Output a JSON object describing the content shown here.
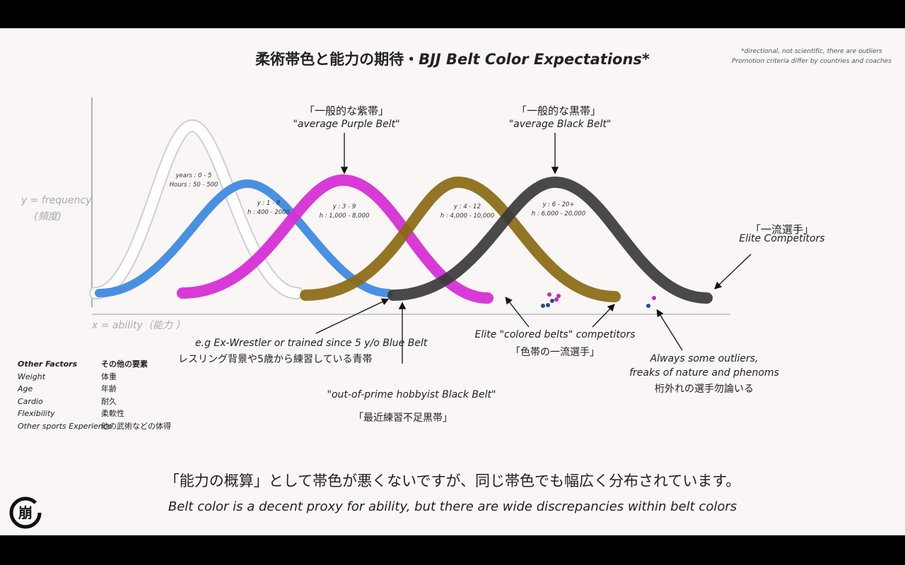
{
  "title": {
    "jp": "柔術帯色と能力の期待・",
    "en": "BJJ  Belt Color Expectations*"
  },
  "notes": [
    "*directional, not scientific, there are outliers",
    "Promotion criteria differ by countries and coaches"
  ],
  "axes": {
    "y_label": "y = frequency",
    "y_label_jp": "(頻度)",
    "x_label": "x = ability（能力 ）"
  },
  "peaks": {
    "purple": {
      "jp": "「一般的な紫帯」",
      "en": "\"average Purple Belt\""
    },
    "black": {
      "jp": "「一般的な黒帯」",
      "en": "\"average Black Belt\""
    }
  },
  "curves": [
    {
      "belt": "white",
      "years": "years : 0 - 5",
      "hours": "Hours : 50 - 500",
      "color": "#ffffff"
    },
    {
      "belt": "blue",
      "years": "y : 1 - 8",
      "hours": "h : 400 - 2000",
      "color": "#4a90e2"
    },
    {
      "belt": "purple",
      "years": "y : 3 - 9",
      "hours": "h : 1,000 - 8,000",
      "color": "#d62fd6"
    },
    {
      "belt": "brown",
      "years": "y : 4 - 12",
      "hours": "h : 4,000 - 10,000",
      "color": "#8b6914"
    },
    {
      "belt": "black",
      "years": "y : 6 - 20+",
      "hours": "h : 6,000 - 20,000",
      "color": "#3a3a3a"
    }
  ],
  "elite": {
    "jp": "「一流選手」",
    "en": "Elite Competitors"
  },
  "blue_note": {
    "en": "e.g Ex-Wrestler or trained since 5 y/o Blue Belt",
    "jp": "レスリング背景や5歳から練習している青帯"
  },
  "hobbyist": {
    "en": "\"out-of-prime hobbyist Black Belt\"",
    "jp": "「最近練習不足黒帯」"
  },
  "colored_elite": {
    "en": "Elite \"colored belts\" competitors",
    "jp": "「色帯の一流選手」"
  },
  "outliers": {
    "en1": "Always some outliers,",
    "en2": "freaks of nature and phenoms",
    "jp": "桁外れの選手勿論いる"
  },
  "factors": {
    "en": [
      "Other Factors",
      "Weight",
      "Age",
      "Cardio",
      "Flexibility",
      "Other sports Experience"
    ],
    "jp": [
      "その他の要素",
      "体重",
      "年齢",
      "耐久",
      "柔軟性",
      "他の武術などの体得"
    ]
  },
  "footer": {
    "jp": "「能力の概算」として帯色が悪くないですが、同じ帯色でも幅広く分布されています。",
    "en": "Belt color is a decent proxy for ability, but there are wide discrepancies within belt colors"
  },
  "logo_char": "崩"
}
